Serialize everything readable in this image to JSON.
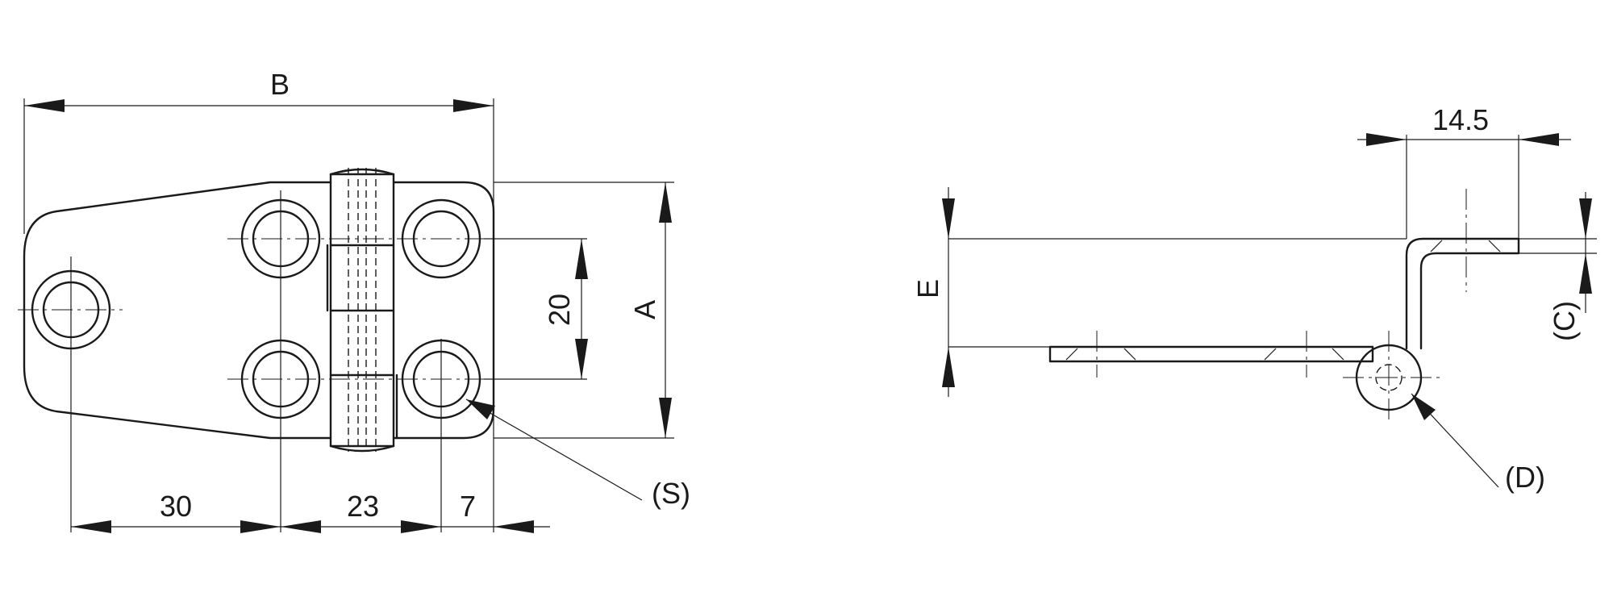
{
  "labels": {
    "B": "B",
    "A": "A",
    "dim_20": "20",
    "dim_30": "30",
    "dim_23": "23",
    "dim_7": "7",
    "S": "(S)",
    "E": "E",
    "dim_14_5": "14.5",
    "C": "(C)",
    "D": "(D)"
  }
}
